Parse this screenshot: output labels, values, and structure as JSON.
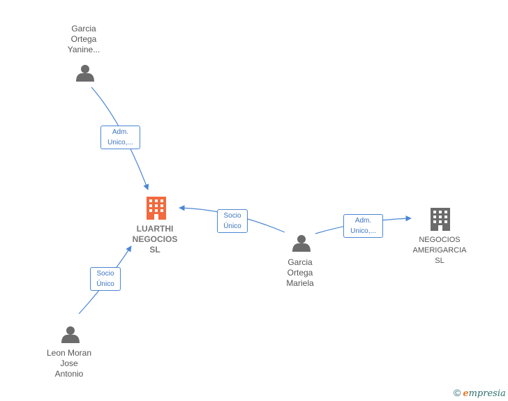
{
  "nodes": {
    "garcia_yanine": {
      "lines": [
        "Garcia",
        "Ortega",
        "Yanine..."
      ]
    },
    "luarthi": {
      "lines": [
        "LUARTHI",
        "NEGOCIOS",
        "SL"
      ]
    },
    "leon_moran": {
      "lines": [
        "Leon Moran",
        "Jose",
        "Antonio"
      ]
    },
    "garcia_mariela": {
      "lines": [
        "Garcia",
        "Ortega",
        "Mariela"
      ]
    },
    "amerigarcia": {
      "lines": [
        "NEGOCIOS",
        "AMERIGARCIA",
        "SL"
      ]
    }
  },
  "edges": {
    "yanine_luarthi": {
      "lines": [
        "Adm.",
        "Unico,..."
      ]
    },
    "mariela_luarthi": {
      "lines": [
        "Socio",
        "Único"
      ]
    },
    "leon_luarthi": {
      "lines": [
        "Socio",
        "Único"
      ]
    },
    "mariela_amerigarcia": {
      "lines": [
        "Adm.",
        "Unico,..."
      ]
    }
  },
  "colors": {
    "edge": "#4a86d4",
    "person": "#6b6b6b",
    "company_main": "#f26a3d",
    "company": "#6b6b6b"
  },
  "icons": {
    "person": "person-icon",
    "company": "building-icon"
  },
  "brand": {
    "copyright": "©",
    "e": "e",
    "rest": "mpresia"
  }
}
